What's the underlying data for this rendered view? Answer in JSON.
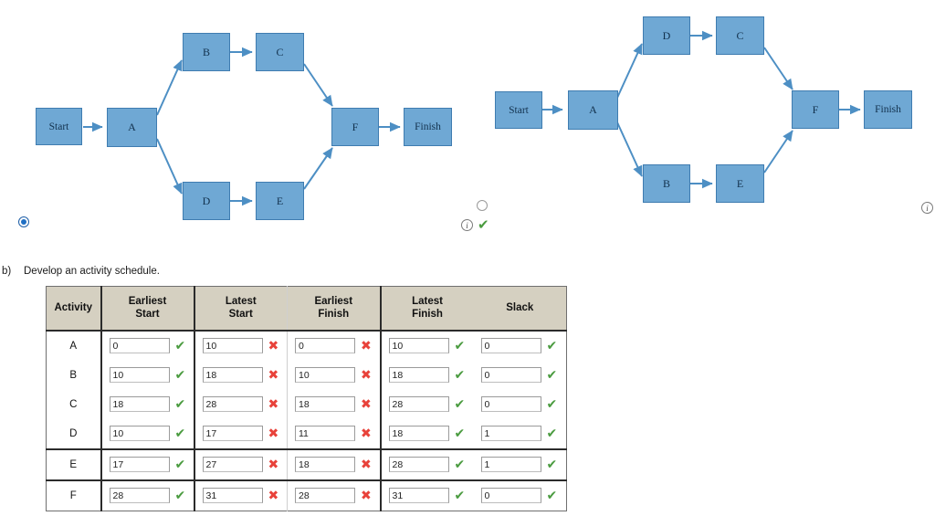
{
  "diagrams": [
    {
      "id": "diagram-left",
      "selected": true,
      "radio_state": "selected",
      "info_icon": "info-icon",
      "nodes": [
        {
          "label": "Start",
          "name": "node-start"
        },
        {
          "label": "A",
          "name": "node-a"
        },
        {
          "label": "B",
          "name": "node-b"
        },
        {
          "label": "C",
          "name": "node-c"
        },
        {
          "label": "D",
          "name": "node-d"
        },
        {
          "label": "E",
          "name": "node-e"
        },
        {
          "label": "F",
          "name": "node-f"
        },
        {
          "label": "Finish",
          "name": "node-finish"
        }
      ],
      "edges": [
        "Start->A",
        "A->B",
        "B->C",
        "C->F",
        "A->D",
        "D->E",
        "E->F",
        "F->Finish"
      ]
    },
    {
      "id": "diagram-right",
      "selected": false,
      "radio_state": "unselected",
      "info_icon": "info-icon",
      "correct_mark": "✔",
      "nodes": [
        {
          "label": "Start",
          "name": "node-start"
        },
        {
          "label": "A",
          "name": "node-a"
        },
        {
          "label": "D",
          "name": "node-d"
        },
        {
          "label": "C",
          "name": "node-c"
        },
        {
          "label": "B",
          "name": "node-b"
        },
        {
          "label": "E",
          "name": "node-e"
        },
        {
          "label": "F",
          "name": "node-f"
        },
        {
          "label": "Finish",
          "name": "node-finish"
        }
      ],
      "edges": [
        "Start->A",
        "A->D",
        "D->C",
        "C->F",
        "A->B",
        "B->E",
        "E->F",
        "F->Finish"
      ]
    }
  ],
  "question": {
    "marker": "b)",
    "text": "Develop an activity schedule."
  },
  "table": {
    "columns": [
      "Activity",
      "Earliest\nStart",
      "Latest\nStart",
      "Earliest\nFinish",
      "Latest\nFinish",
      "Slack"
    ],
    "columns_flat": [
      {
        "line1": "Activity",
        "line2": ""
      },
      {
        "line1": "Earliest",
        "line2": "Start"
      },
      {
        "line1": "Latest",
        "line2": "Start"
      },
      {
        "line1": "Earliest",
        "line2": "Finish"
      },
      {
        "line1": "Latest",
        "line2": "Finish"
      },
      {
        "line1": "Slack",
        "line2": ""
      }
    ],
    "rows": [
      {
        "activity": "A",
        "earliest_start": {
          "value": "0",
          "mark": "✔",
          "status": "correct"
        },
        "latest_start": {
          "value": "10",
          "mark": "✖",
          "status": "incorrect"
        },
        "earliest_finish": {
          "value": "0",
          "mark": "✖",
          "status": "incorrect"
        },
        "latest_finish": {
          "value": "10",
          "mark": "✔",
          "status": "correct"
        },
        "slack": {
          "value": "0",
          "mark": "✔",
          "status": "correct"
        }
      },
      {
        "activity": "B",
        "earliest_start": {
          "value": "10",
          "mark": "✔",
          "status": "correct"
        },
        "latest_start": {
          "value": "18",
          "mark": "✖",
          "status": "incorrect"
        },
        "earliest_finish": {
          "value": "10",
          "mark": "✖",
          "status": "incorrect"
        },
        "latest_finish": {
          "value": "18",
          "mark": "✔",
          "status": "correct"
        },
        "slack": {
          "value": "0",
          "mark": "✔",
          "status": "correct"
        }
      },
      {
        "activity": "C",
        "earliest_start": {
          "value": "18",
          "mark": "✔",
          "status": "correct"
        },
        "latest_start": {
          "value": "28",
          "mark": "✖",
          "status": "incorrect"
        },
        "earliest_finish": {
          "value": "18",
          "mark": "✖",
          "status": "incorrect"
        },
        "latest_finish": {
          "value": "28",
          "mark": "✔",
          "status": "correct"
        },
        "slack": {
          "value": "0",
          "mark": "✔",
          "status": "correct"
        }
      },
      {
        "activity": "D",
        "earliest_start": {
          "value": "10",
          "mark": "✔",
          "status": "correct"
        },
        "latest_start": {
          "value": "17",
          "mark": "✖",
          "status": "incorrect"
        },
        "earliest_finish": {
          "value": "11",
          "mark": "✖",
          "status": "incorrect"
        },
        "latest_finish": {
          "value": "18",
          "mark": "✔",
          "status": "correct"
        },
        "slack": {
          "value": "1",
          "mark": "✔",
          "status": "correct"
        }
      },
      {
        "activity": "E",
        "earliest_start": {
          "value": "17",
          "mark": "✔",
          "status": "correct"
        },
        "latest_start": {
          "value": "27",
          "mark": "✖",
          "status": "incorrect"
        },
        "earliest_finish": {
          "value": "18",
          "mark": "✖",
          "status": "incorrect"
        },
        "latest_finish": {
          "value": "28",
          "mark": "✔",
          "status": "correct"
        },
        "slack": {
          "value": "1",
          "mark": "✔",
          "status": "correct"
        }
      },
      {
        "activity": "F",
        "earliest_start": {
          "value": "28",
          "mark": "✔",
          "status": "correct"
        },
        "latest_start": {
          "value": "31",
          "mark": "✖",
          "status": "incorrect"
        },
        "earliest_finish": {
          "value": "28",
          "mark": "✖",
          "status": "incorrect"
        },
        "latest_finish": {
          "value": "31",
          "mark": "✔",
          "status": "correct"
        },
        "slack": {
          "value": "0",
          "mark": "✔",
          "status": "correct"
        }
      }
    ]
  },
  "colors": {
    "node_fill": "#6FA8D4",
    "node_border": "#3F7CB0",
    "arrow": "#4D8FC4",
    "header_bg": "#D5D0C1",
    "correct": "#4A9B3F",
    "incorrect": "#E8423A",
    "radio_selected": "#1F6FC4"
  }
}
